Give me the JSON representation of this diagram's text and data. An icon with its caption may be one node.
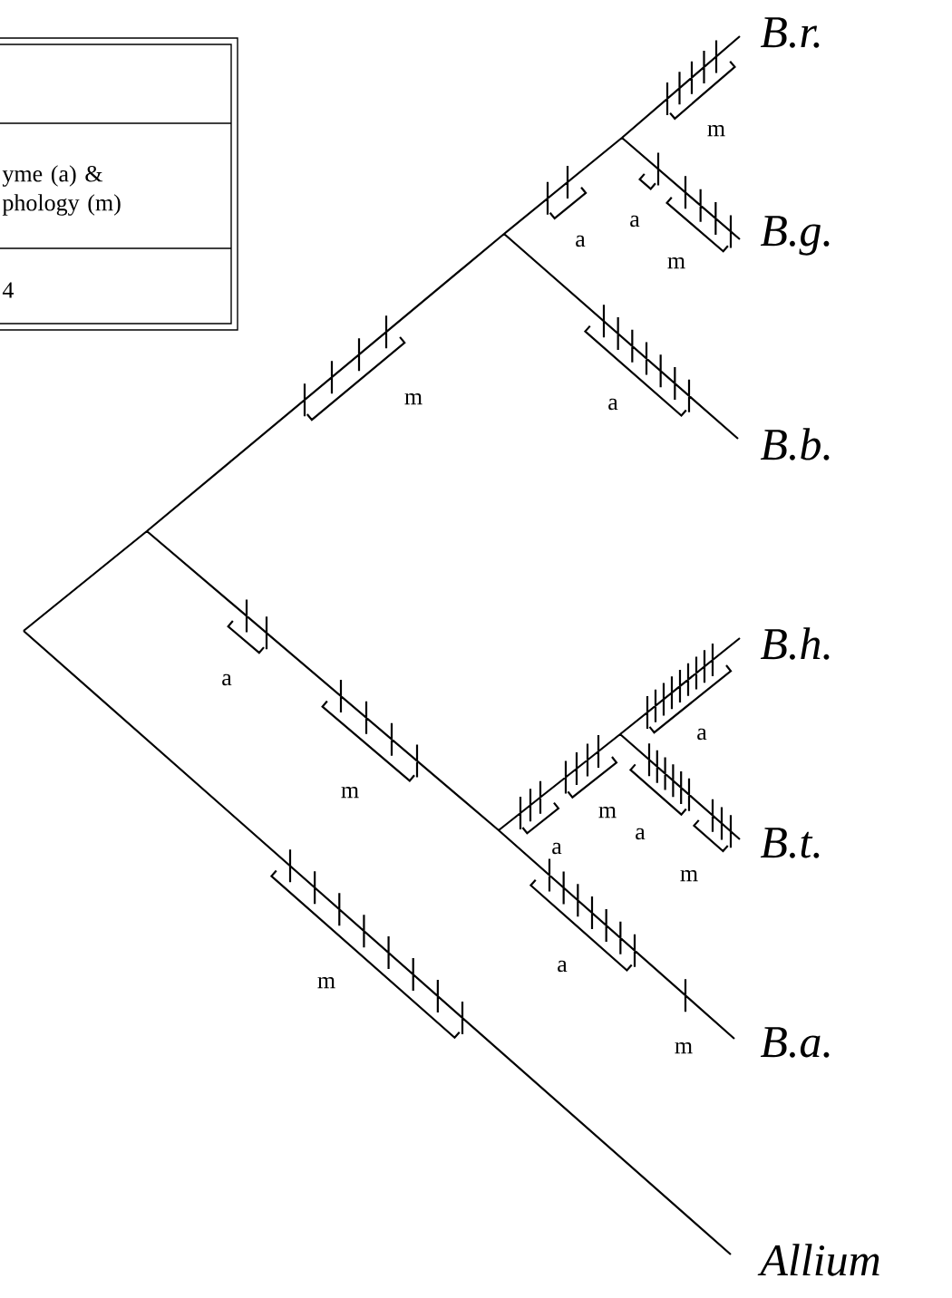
{
  "diagram": {
    "labels": [
      "yme (a) & phology (m)",
      "4",
      "B.r.",
      "m",
      "a",
      "B.g.",
      "a",
      "m",
      "m",
      "a",
      "B.b.",
      "B.h.",
      "a",
      "a",
      "m",
      "m",
      "a",
      "B.t.",
      "a",
      "m",
      "a",
      "m",
      "B.a.",
      "m",
      "Allium"
    ]
  }
}
